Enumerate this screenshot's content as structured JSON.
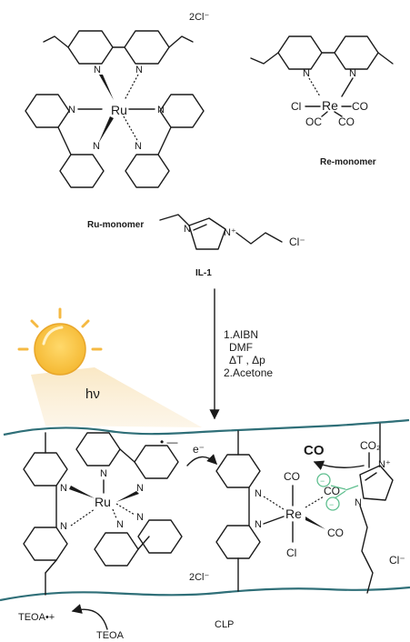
{
  "labels": {
    "two_cl_top": "2Cl⁻",
    "ru_monomer": "Ru-monomer",
    "re_monomer": "Re-monomer",
    "il1": "IL-1",
    "cl_il": "Cl⁻",
    "ru": "Ru",
    "re": "Re",
    "n": "N",
    "n_plus": "N⁺",
    "cl": "Cl",
    "co": "CO",
    "oc": "OC",
    "hv": "hν",
    "e_minus": "e⁻",
    "radical_minus": "• —",
    "co_product": "CO",
    "co2": "CO₂",
    "two_cl_bottom": "2Cl⁻",
    "cl_bottom": "Cl⁻",
    "clp": "CLP",
    "teoa": "TEOA",
    "teoa_radical": "TEOA•+"
  },
  "conditions": [
    "1.AIBN",
    "DMF",
    "ΔT , Δp",
    "2.Acetone"
  ],
  "colors": {
    "polymer_strand": "#2f6f78",
    "sun_core": "#f7c33c",
    "sun_ray": "#f5b942",
    "light_beam": "#f6dfb4",
    "carboxylate_green": "#5fbf8f",
    "ink": "#1a1a1a"
  }
}
